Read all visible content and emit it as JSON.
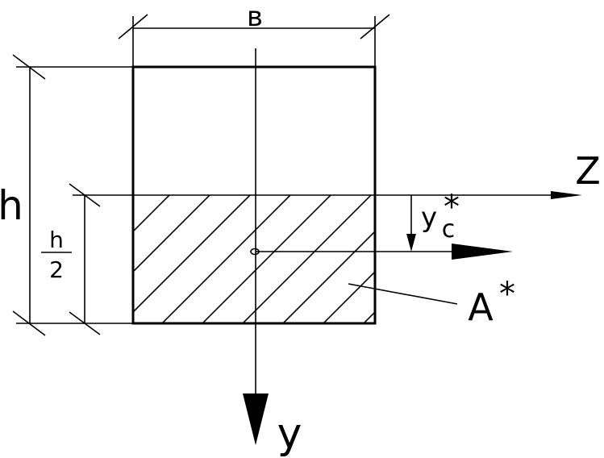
{
  "labels": {
    "width": "в",
    "height": "h",
    "half_num": "h",
    "half_den": "2",
    "z_axis": "Z",
    "y_axis": "y",
    "yc_base": "y",
    "yc_sub": "c",
    "yc_star": "*",
    "area": "A",
    "area_star": "*"
  }
}
